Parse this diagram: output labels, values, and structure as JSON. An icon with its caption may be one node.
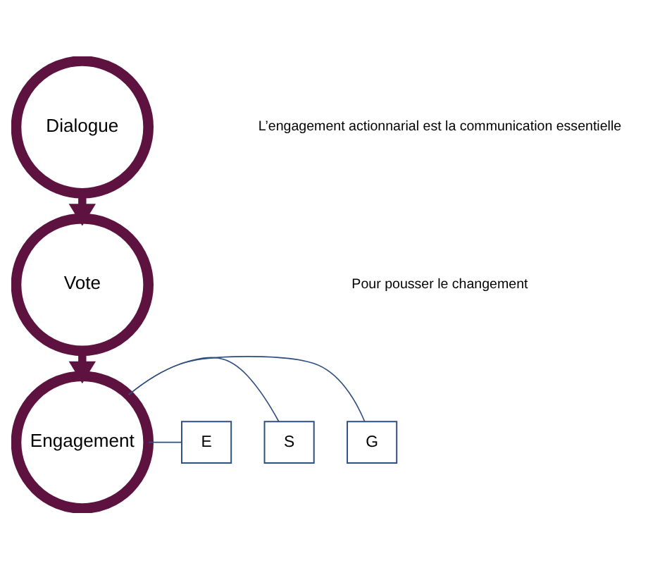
{
  "diagram": {
    "nodes": [
      {
        "text": [
          "Dialogue"
        ]
      },
      {
        "text": [
          "Vote"
        ]
      },
      {
        "text": [
          "Engagement"
        ]
      },
      {
        "text": [
          "E"
        ]
      },
      {
        "text": [
          "S"
        ]
      },
      {
        "text": [
          "G"
        ]
      }
    ],
    "edges": [
      {
        "from": 0,
        "to": 1,
        "arrow": "to",
        "style": "thick",
        "color": "#5e1240"
      },
      {
        "from": 1,
        "to": 2,
        "arrow": "to",
        "style": "thick",
        "color": "#5e1240"
      },
      {
        "from": 3,
        "to": 2,
        "arrow": "none"
      },
      {
        "from": 4,
        "to": 2,
        "arrow": "none"
      },
      {
        "from": 5,
        "to": 2,
        "arrow": "none"
      }
    ],
    "labels": [
      "L’engagement actionnarial est la communication essentielle",
      "Pour pousser le changement"
    ]
  }
}
